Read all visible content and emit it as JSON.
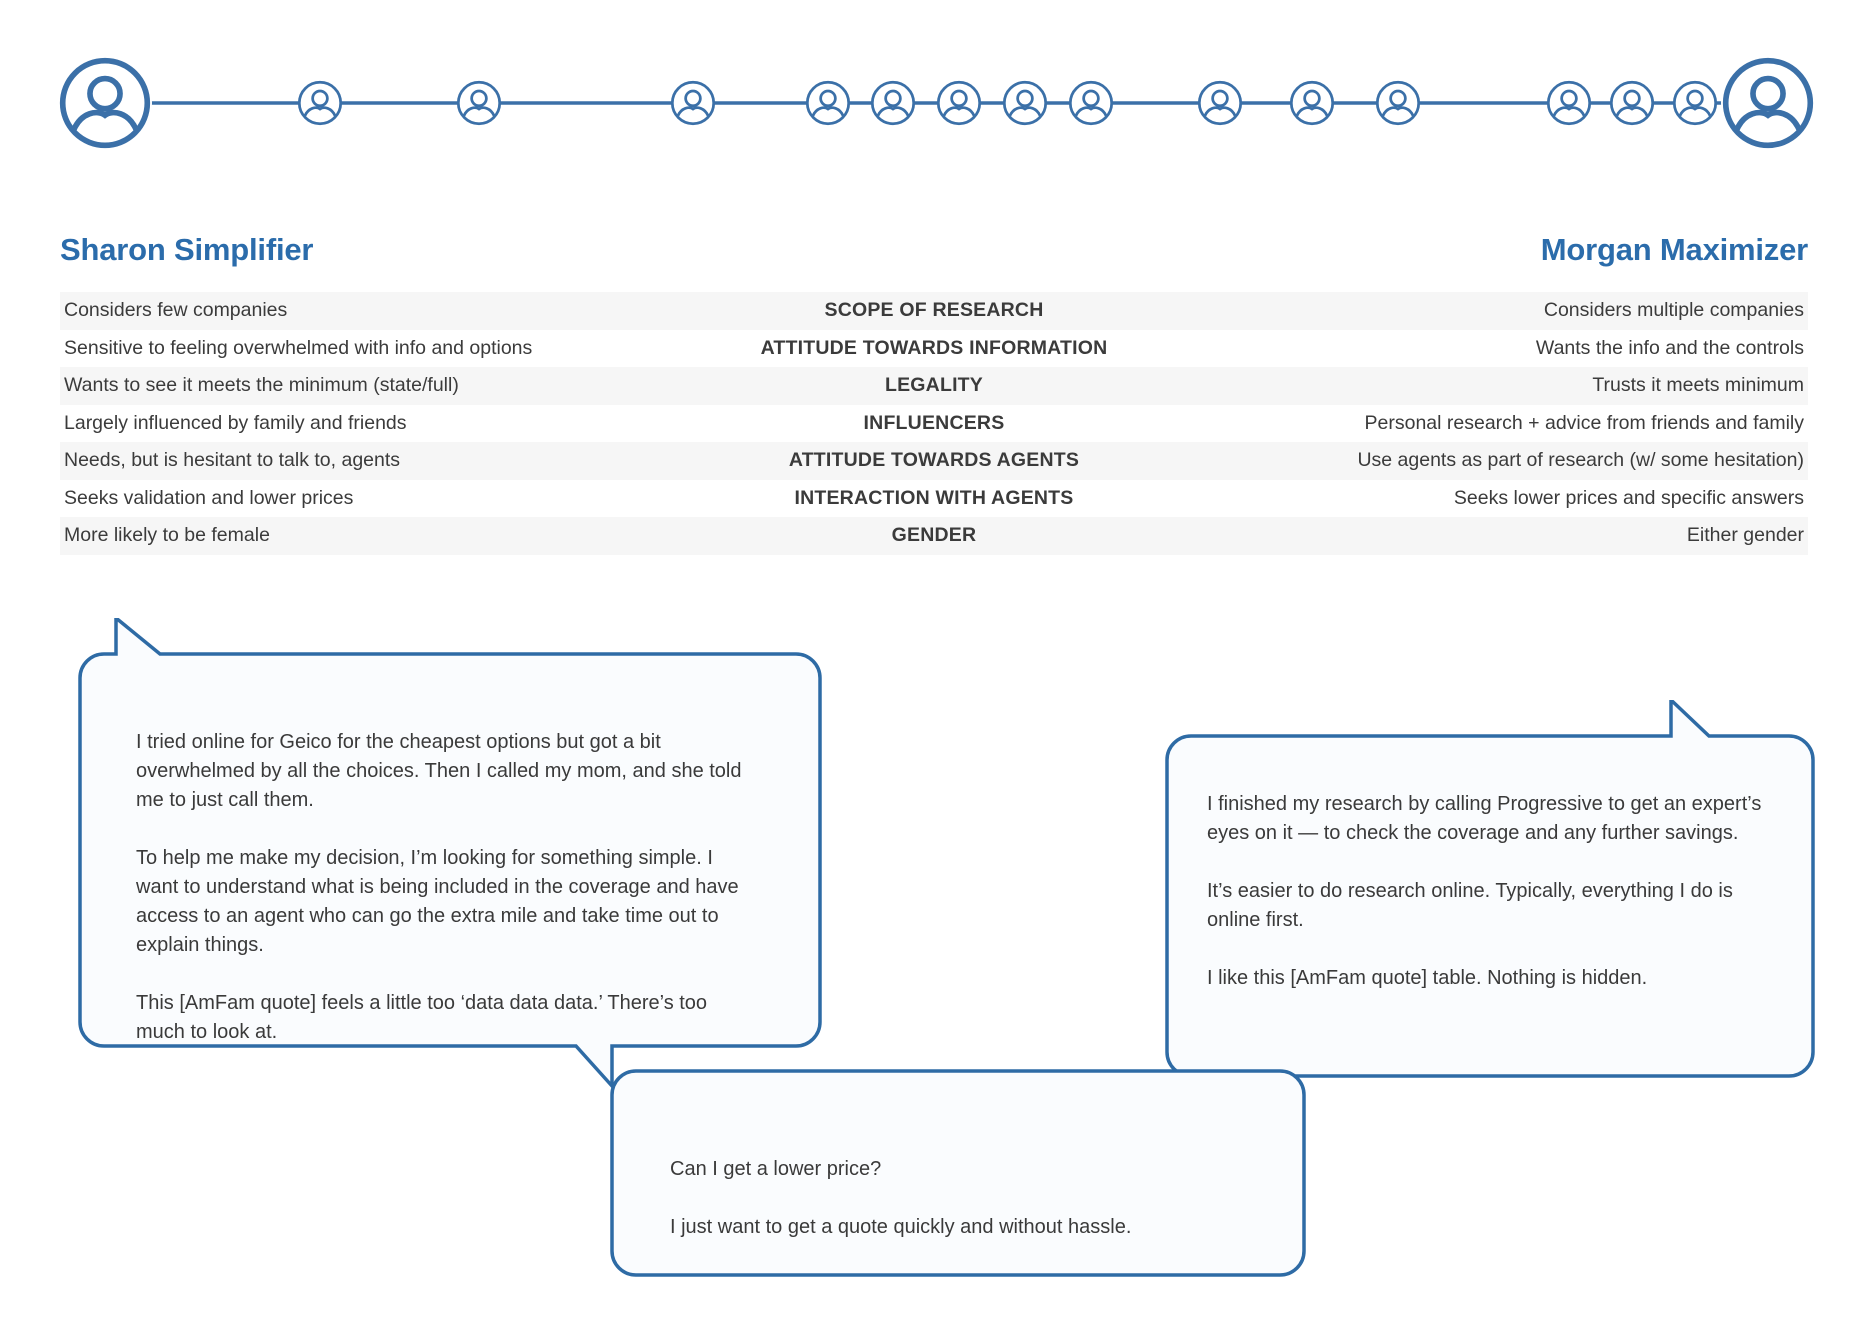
{
  "colors": {
    "brand_blue": "#2b6cab",
    "line_blue": "#3b70a8",
    "row_stripe": "#f6f6f6",
    "row_plain": "#ffffff",
    "body_text": "#3b3b3b",
    "bubble_fill": "#fafcfe"
  },
  "spectrum": {
    "label": "persona-spectrum",
    "endpoint_left_icon": "user-avatar-icon",
    "endpoint_right_icon": "user-avatar-icon",
    "node_icon": "user-avatar-icon",
    "node_count": 15
  },
  "personas": {
    "left": {
      "name": "Sharon Simplifier"
    },
    "right": {
      "name": "Morgan Maximizer"
    }
  },
  "comparison": {
    "headers": {
      "left": "Sharon Simplifier",
      "right": "Morgan Maximizer"
    },
    "rows": [
      {
        "attribute": "SCOPE OF RESEARCH",
        "left": "Considers few companies",
        "right": "Considers multiple companies"
      },
      {
        "attribute": "ATTITUDE TOWARDS INFORMATION",
        "left": "Sensitive to feeling overwhelmed with info and options",
        "right": "Wants the info and the controls"
      },
      {
        "attribute": "LEGALITY",
        "left": "Wants to see it meets the minimum (state/full)",
        "right": "Trusts it meets minimum"
      },
      {
        "attribute": "INFLUENCERS",
        "left": "Largely influenced by family and friends",
        "right": "Personal research + advice from friends and family"
      },
      {
        "attribute": "ATTITUDE TOWARDS AGENTS",
        "left": "Needs, but is hesitant to talk to, agents",
        "right": "Use agents as part of research (w/ some hesitation)"
      },
      {
        "attribute": "INTERACTION WITH AGENTS",
        "left": "Seeks validation and lower prices",
        "right": "Seeks lower prices and specific answers"
      },
      {
        "attribute": "GENDER",
        "left": "More likely to be female",
        "right": "Either gender"
      }
    ]
  },
  "quotes": {
    "left": {
      "p1": "I tried online for Geico for the cheapest options but got a bit overwhelmed by all the choices. Then I called my mom, and she told me to just call them.",
      "p2": "To help me make my decision, I’m looking for something simple. I want to understand what is being included in the coverage and have access to an agent who can go the extra mile and take time out to explain things.",
      "p3": "This [AmFam quote] feels a little too ‘data data data.’ There’s too much to look at."
    },
    "right": {
      "p1": "I finished my research by calling Progressive to get an expert’s eyes on it — to check the coverage and any further savings.",
      "p2": "It’s easier to do research online. Typically, everything I do is online first.",
      "p3": "I like this [AmFam quote] table. Nothing is hidden."
    },
    "bottom": {
      "p1": "Can I get a lower price?",
      "p2": "I just want to get a quote quickly and without hassle."
    }
  }
}
